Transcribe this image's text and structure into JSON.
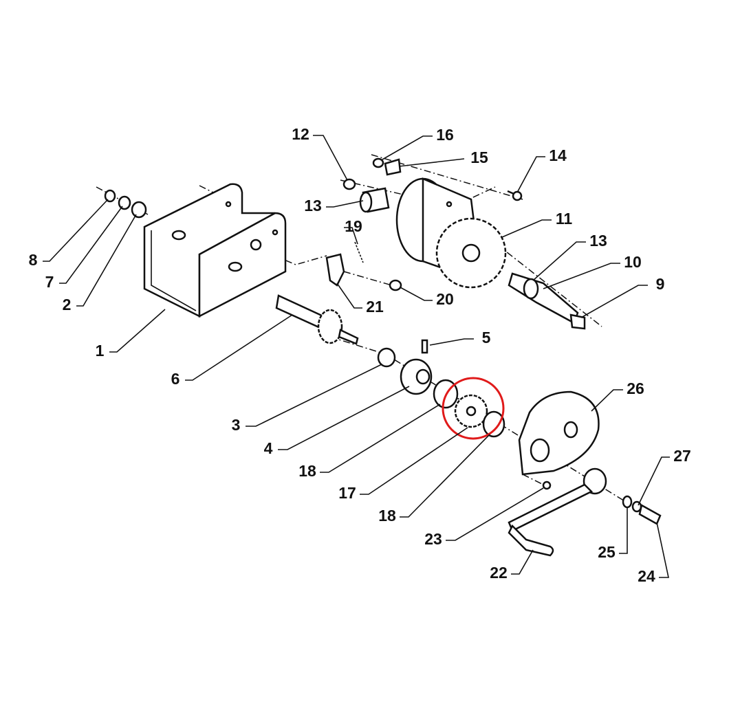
{
  "title": "Hand winch exploded parts diagram",
  "highlight_color": "#e01a1a",
  "highlighted_part": "17",
  "labels": [
    "12",
    "16",
    "15",
    "14",
    "13",
    "11",
    "13",
    "19",
    "10",
    "9",
    "8",
    "7",
    "2",
    "20",
    "21",
    "1",
    "6",
    "5",
    "26",
    "3",
    "4",
    "18",
    "17",
    "18",
    "23",
    "27",
    "25",
    "24",
    "22"
  ]
}
